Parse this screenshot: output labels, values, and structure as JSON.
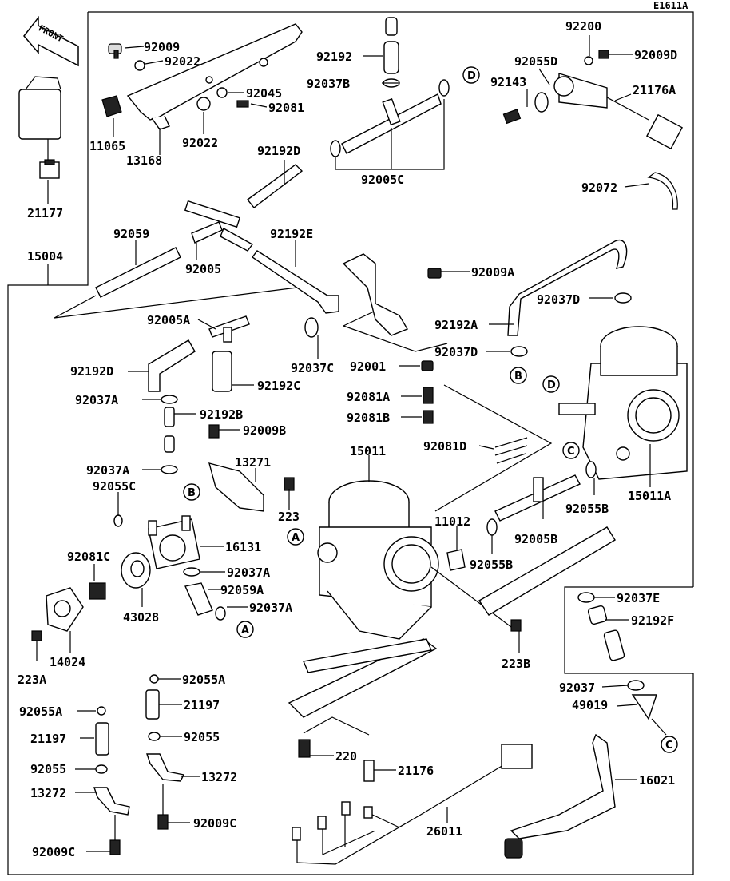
{
  "ref_code": "E1611A",
  "front_label": "FRONT",
  "labels": {
    "p92009": "92009",
    "p92022a": "92022",
    "p92045": "92045",
    "p92081": "92081",
    "p11065": "11065",
    "p13168": "13168",
    "p92022b": "92022",
    "p21177": "21177",
    "p15004": "15004",
    "p92192": "92192",
    "p92037B": "92037B",
    "p92005C": "92005C",
    "p92200": "92200",
    "p92055D": "92055D",
    "p92009D": "92009D",
    "p92143": "92143",
    "p21176A": "21176A",
    "p92072": "92072",
    "p92192D": "92192D",
    "p92059": "92059",
    "p92005": "92005",
    "p92192E": "92192E",
    "p92009A": "92009A",
    "p92037D1": "92037D",
    "p92192A": "92192A",
    "p92005A": "92005A",
    "p92037C": "92037C",
    "p92037D2": "92037D",
    "p92192D2": "92192D",
    "p92192C": "92192C",
    "p92001": "92001",
    "p92037A1": "92037A",
    "p92081A": "92081A",
    "p92192B": "92192B",
    "p92081B": "92081B",
    "p92009B": "92009B",
    "p92081D": "92081D",
    "p15011": "15011",
    "p92037A2": "92037A",
    "p13271": "13271",
    "p92055C": "92055C",
    "p223": "223",
    "p11012": "11012",
    "p92005B": "92005B",
    "p92055B1": "92055B",
    "p15011A": "15011A",
    "p16131": "16131",
    "p92055B2": "92055B",
    "p92081C": "92081C",
    "p92037A3": "92037A",
    "p92059A": "92059A",
    "p43028": "43028",
    "p92037A4": "92037A",
    "p92037E": "92037E",
    "p92192F": "92192F",
    "p14024": "14024",
    "p223A": "223A",
    "p223B": "223B",
    "p92055A1": "92055A",
    "p21197a": "21197",
    "p92055A2": "92055A",
    "p21197b": "21197",
    "p92055a": "92055",
    "p92055b": "92055",
    "p13272a": "13272",
    "p13272b": "13272",
    "p92009Ca": "92009C",
    "p92009Cb": "92009C",
    "p92037": "92037",
    "p49019": "49019",
    "p220": "220",
    "p21176": "21176",
    "p16021": "16021",
    "p26011": "26011"
  },
  "callouts": {
    "A1": "A",
    "A2": "A",
    "B1": "B",
    "B2": "B",
    "C1": "C",
    "C2": "C",
    "D1": "D",
    "D2": "D"
  }
}
